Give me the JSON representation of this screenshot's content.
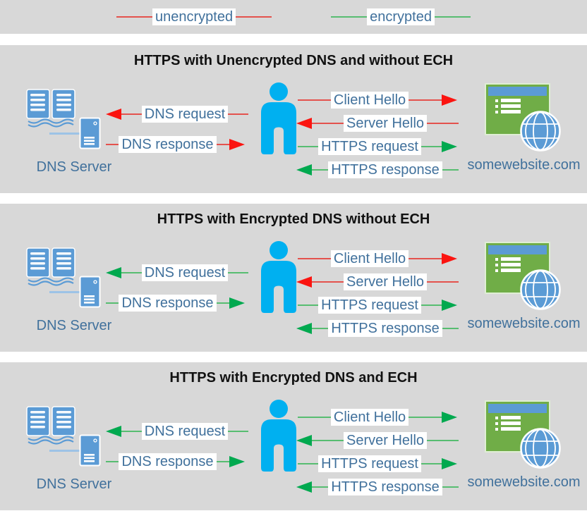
{
  "colors": {
    "unencrypted_line": "#e4524d",
    "unencrypted_head": "#fb1410",
    "encrypted_line": "#57bd71",
    "encrypted_head": "#00a94f",
    "label_text": "#41719c",
    "panel_bg": "#d8d8d8",
    "title_text": "#111111",
    "person_blue": "#00b0f0",
    "icon_blue": "#5b9bd5",
    "site_green": "#70ad47"
  },
  "legend": {
    "items": [
      {
        "label": "unencrypted",
        "encryption": "unencrypted"
      },
      {
        "label": "encrypted",
        "encryption": "encrypted"
      }
    ]
  },
  "panels": [
    {
      "title": "HTTPS with Unencrypted DNS and without ECH",
      "dns_server_label": "DNS Server",
      "website_label": "somewebsite.com",
      "messages": {
        "dns_request": {
          "label": "DNS request",
          "encryption": "unencrypted",
          "direction": "left"
        },
        "dns_response": {
          "label": "DNS response",
          "encryption": "unencrypted",
          "direction": "right"
        },
        "client_hello": {
          "label": "Client Hello",
          "encryption": "unencrypted",
          "direction": "right"
        },
        "server_hello": {
          "label": "Server Hello",
          "encryption": "unencrypted",
          "direction": "left"
        },
        "https_request": {
          "label": "HTTPS request",
          "encryption": "encrypted",
          "direction": "right"
        },
        "https_response": {
          "label": "HTTPS response",
          "encryption": "encrypted",
          "direction": "left"
        }
      }
    },
    {
      "title": "HTTPS with Encrypted DNS without ECH",
      "dns_server_label": "DNS Server",
      "website_label": "somewebsite.com",
      "messages": {
        "dns_request": {
          "label": "DNS request",
          "encryption": "encrypted",
          "direction": "left"
        },
        "dns_response": {
          "label": "DNS response",
          "encryption": "encrypted",
          "direction": "right"
        },
        "client_hello": {
          "label": "Client Hello",
          "encryption": "unencrypted",
          "direction": "right"
        },
        "server_hello": {
          "label": "Server Hello",
          "encryption": "unencrypted",
          "direction": "left"
        },
        "https_request": {
          "label": "HTTPS request",
          "encryption": "encrypted",
          "direction": "right"
        },
        "https_response": {
          "label": "HTTPS response",
          "encryption": "encrypted",
          "direction": "left"
        }
      }
    },
    {
      "title": "HTTPS with Encrypted DNS and ECH",
      "dns_server_label": "DNS Server",
      "website_label": "somewebsite.com",
      "messages": {
        "dns_request": {
          "label": "DNS request",
          "encryption": "encrypted",
          "direction": "left"
        },
        "dns_response": {
          "label": "DNS response",
          "encryption": "encrypted",
          "direction": "right"
        },
        "client_hello": {
          "label": "Client Hello",
          "encryption": "encrypted",
          "direction": "right"
        },
        "server_hello": {
          "label": "Server Hello",
          "encryption": "encrypted",
          "direction": "left"
        },
        "https_request": {
          "label": "HTTPS request",
          "encryption": "encrypted",
          "direction": "right"
        },
        "https_response": {
          "label": "HTTPS response",
          "encryption": "encrypted",
          "direction": "left"
        }
      }
    }
  ]
}
